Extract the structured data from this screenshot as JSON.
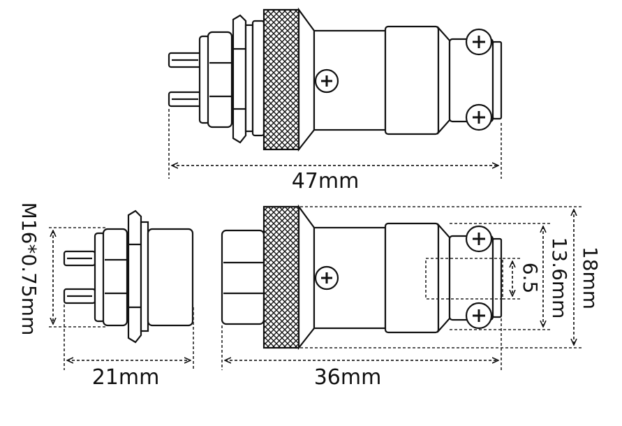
{
  "labels": {
    "total_length": "47mm",
    "socket_length": "21mm",
    "plug_length": "36mm",
    "thread": "M16*0.75mm",
    "cable_hole": "6.5",
    "clamp_width": "13.6mm",
    "outer_diameter": "18mm"
  }
}
